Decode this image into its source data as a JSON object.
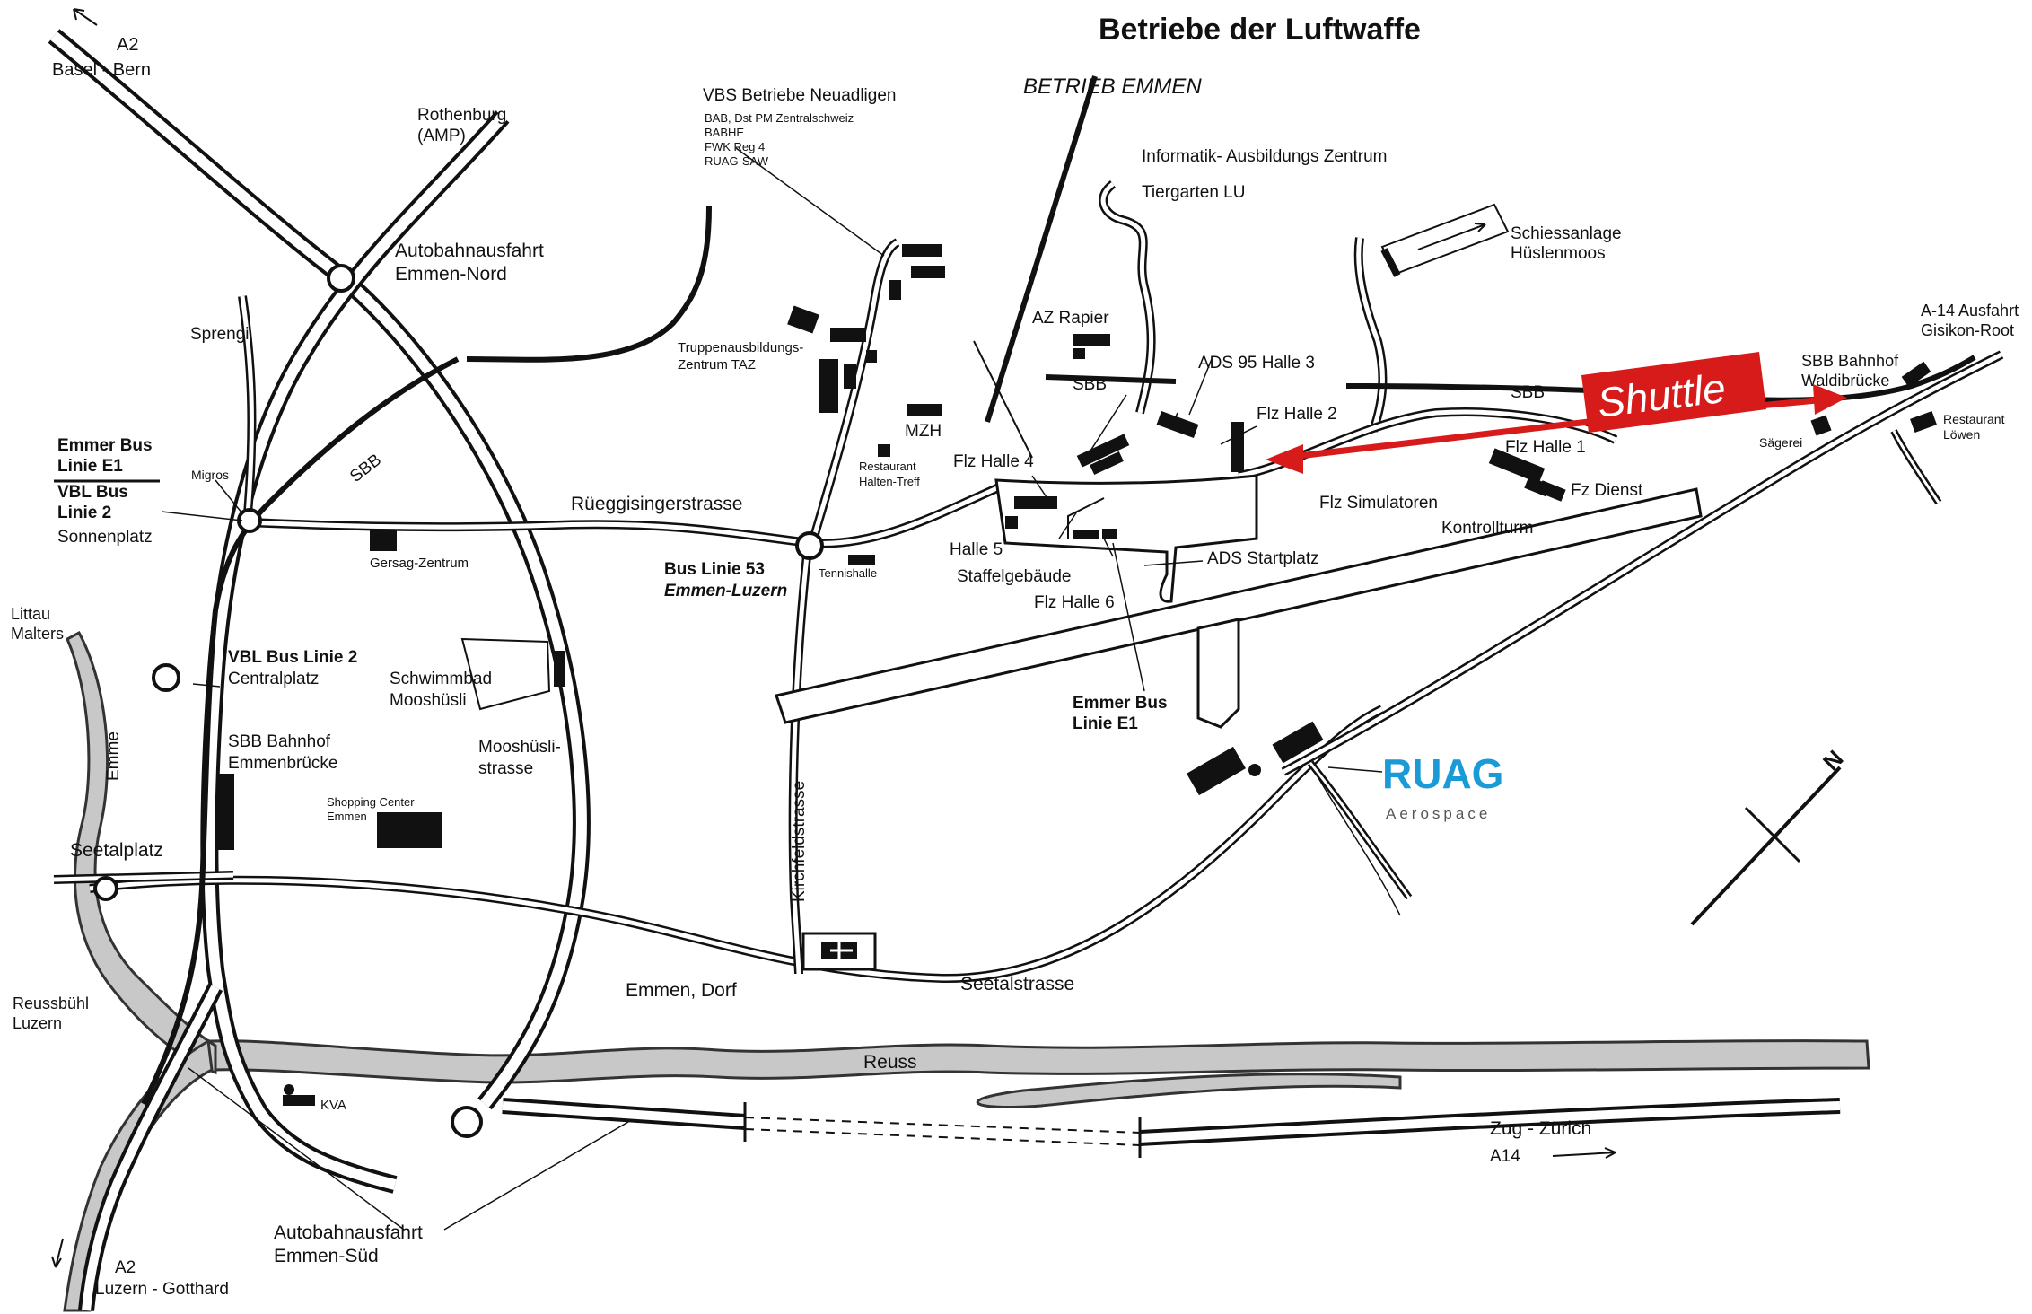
{
  "title": "Betriebe der Luftwaffe",
  "section_label": "BETRIEB EMMEN",
  "colors": {
    "shuttle_red": "#d71a1a",
    "ruag_blue": "#1a9ad6",
    "river_fill": "#c8c8c8",
    "ink": "#111111"
  },
  "shuttle_label": "Shuttle",
  "ruag": {
    "name": "RUAG",
    "subtitle": "Aerospace"
  },
  "north_label": "N",
  "labels": {
    "a2_north": "A2",
    "basel_bern": "Basel - Bern",
    "rothenburg": "Rothenburg",
    "amp": "(AMP)",
    "ausfahrt_nord_1": "Autobahnausfahrt",
    "ausfahrt_nord_2": "Emmen-Nord",
    "sprengi": "Sprengi",
    "vbs_title": "VBS Betriebe Neuadligen",
    "vbs_1": "BAB, Dst PM Zentralschweiz",
    "vbs_2": "BABHE",
    "vbs_3": "FWK Reg 4",
    "vbs_4": "RUAG-SAW",
    "taz_1": "Truppenausbildungs-",
    "taz_2": "Zentrum TAZ",
    "mzh": "MZH",
    "rest_halten_1": "Restaurant",
    "rest_halten_2": "Halten-Treff",
    "informatik": "Informatik- Ausbildungs Zentrum",
    "tiergarten": "Tiergarten LU",
    "az_rapier": "AZ Rapier",
    "sbb_1": "SBB",
    "sbb_2": "SBB",
    "sbb_3": "SBB",
    "ads95": "ADS 95 Halle 3",
    "flz_halle_2": "Flz Halle 2",
    "schiess_1": "Schiessanlage",
    "schiess_2": "Hüslenmoos",
    "a14_ausfahrt_1": "A-14 Ausfahrt",
    "a14_ausfahrt_2": "Gisikon-Root",
    "sbb_wald_1": "SBB Bahnhof",
    "sbb_wald_2": "Waldibrücke",
    "rest_loewen_1": "Restaurant",
    "rest_loewen_2": "Löwen",
    "saegerei": "Sägerei",
    "flz_halle_1": "Flz Halle 1",
    "fz_dienst": "Fz Dienst",
    "flz_sim": "Flz Simulatoren",
    "kontrollturm": "Kontrollturm",
    "flz_halle_4": "Flz Halle 4",
    "halle_5": "Halle 5",
    "staffel": "Staffelgebäude",
    "flz_halle_6": "Flz Halle 6",
    "ads_start": "ADS Startplatz",
    "emmer_e1_a_1": "Emmer Bus",
    "emmer_e1_a_2": "Linie E1",
    "vbl_2_a_1": "VBL Bus",
    "vbl_2_a_2": "Linie 2",
    "sonnenplatz": "Sonnenplatz",
    "migros": "Migros",
    "rueeggisinger": "Rüeggisingerstrasse",
    "gersag": "Gersag-Zentrum",
    "bus53_1": "Bus Linie 53",
    "bus53_2": "Emmen-Luzern",
    "tennishalle": "Tennishalle",
    "littau": "Littau",
    "malters": "Malters",
    "emme": "Emme",
    "vbl_2_b": "VBL Bus Linie 2",
    "centralplatz": "Centralplatz",
    "sbb_emmen_1": "SBB Bahnhof",
    "sbb_emmen_2": "Emmenbrücke",
    "schwimm_1": "Schwimmbad",
    "schwimm_2": "Mooshüsli",
    "mooshuesli_str_1": "Mooshüsli-",
    "mooshuesli_str_2": "strasse",
    "shopping_1": "Shopping Center",
    "shopping_2": "Emmen",
    "kirchfeld": "Kirchfeldstrasse",
    "emmer_e1_b_1": "Emmer Bus",
    "emmer_e1_b_2": "Linie E1",
    "seetalplatz": "Seetalplatz",
    "reussbuehl": "Reussbühl",
    "luzern": "Luzern",
    "emmen_dorf": "Emmen, Dorf",
    "seetalstrasse": "Seetalstrasse",
    "reuss": "Reuss",
    "kva": "KVA",
    "zug_zuerich": "Zug - Zürich",
    "a14": "A14",
    "ausfahrt_sued_1": "Autobahnausfahrt",
    "ausfahrt_sued_2": "Emmen-Süd",
    "a2_south": "A2",
    "luzern_gotthard": "Luzern - Gotthard"
  }
}
